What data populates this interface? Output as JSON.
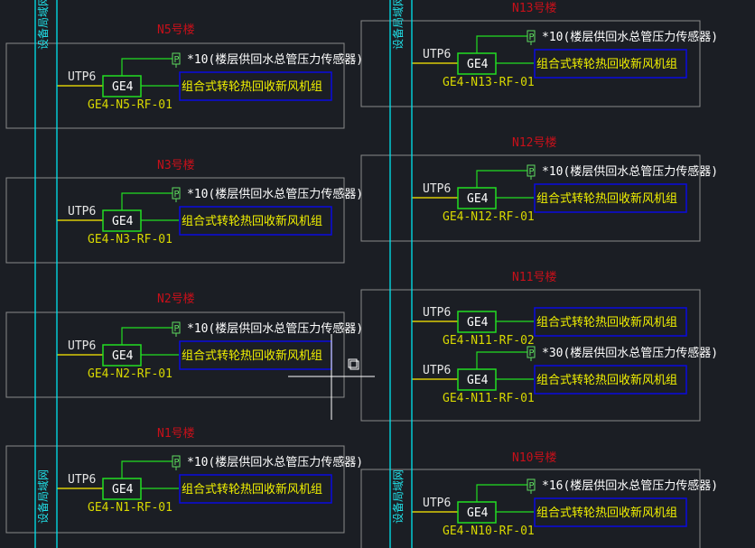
{
  "canvas": {
    "background": "#1b1e24"
  },
  "colors": {
    "frame": "#8a8a8a",
    "bus": "#00e5ee",
    "utp_line": "#ffee00",
    "device": "#22dd22",
    "blue_box": "#0a0ae0",
    "title": "#c8101a"
  },
  "bus_label": "设备局域网",
  "left_column": [
    {
      "title": "N5号楼",
      "rows": [
        {
          "utp": "UTP6",
          "device": "GE4",
          "tag": "GE4-N5-RF-01",
          "sensor": "*10(楼层供回水总管压力传感器)",
          "unit": "组合式转轮热回收新风机组"
        }
      ]
    },
    {
      "title": "N3号楼",
      "rows": [
        {
          "utp": "UTP6",
          "device": "GE4",
          "tag": "GE4-N3-RF-01",
          "sensor": "*10(楼层供回水总管压力传感器)",
          "unit": "组合式转轮热回收新风机组"
        }
      ]
    },
    {
      "title": "N2号楼",
      "rows": [
        {
          "utp": "UTP6",
          "device": "GE4",
          "tag": "GE4-N2-RF-01",
          "sensor": "*10(楼层供回水总管压力传感器)",
          "unit": "组合式转轮热回收新风机组"
        }
      ]
    },
    {
      "title": "N1号楼",
      "rows": [
        {
          "utp": "UTP6",
          "device": "GE4",
          "tag": "GE4-N1-RF-01",
          "sensor": "*10(楼层供回水总管压力传感器)",
          "unit": "组合式转轮热回收新风机组"
        }
      ]
    }
  ],
  "right_column": [
    {
      "title": "N13号楼",
      "rows": [
        {
          "utp": "UTP6",
          "device": "GE4",
          "tag": "GE4-N13-RF-01",
          "sensor": "*10(楼层供回水总管压力传感器)",
          "unit": "组合式转轮热回收新风机组"
        }
      ]
    },
    {
      "title": "N12号楼",
      "rows": [
        {
          "utp": "UTP6",
          "device": "GE4",
          "tag": "GE4-N12-RF-01",
          "sensor": "*10(楼层供回水总管压力传感器)",
          "unit": "组合式转轮热回收新风机组"
        }
      ]
    },
    {
      "title": "N11号楼",
      "rows": [
        {
          "utp": "UTP6",
          "device": "GE4",
          "tag": "GE4-N11-RF-02",
          "sensor": "",
          "unit": "组合式转轮热回收新风机组"
        },
        {
          "utp": "UTP6",
          "device": "GE4",
          "tag": "GE4-N11-RF-01",
          "sensor": "*30(楼层供回水总管压力传感器)",
          "unit": "组合式转轮热回收新风机组"
        }
      ]
    },
    {
      "title": "N10号楼",
      "rows": [
        {
          "utp": "UTP6",
          "device": "GE4",
          "tag": "GE4-N10-RF-01",
          "sensor": "*16(楼层供回水总管压力传感器)",
          "unit": "组合式转轮热回收新风机组"
        }
      ]
    }
  ],
  "sensor_symbol": "P",
  "cursor": {
    "icon": "crosshair-cursor-icon"
  }
}
